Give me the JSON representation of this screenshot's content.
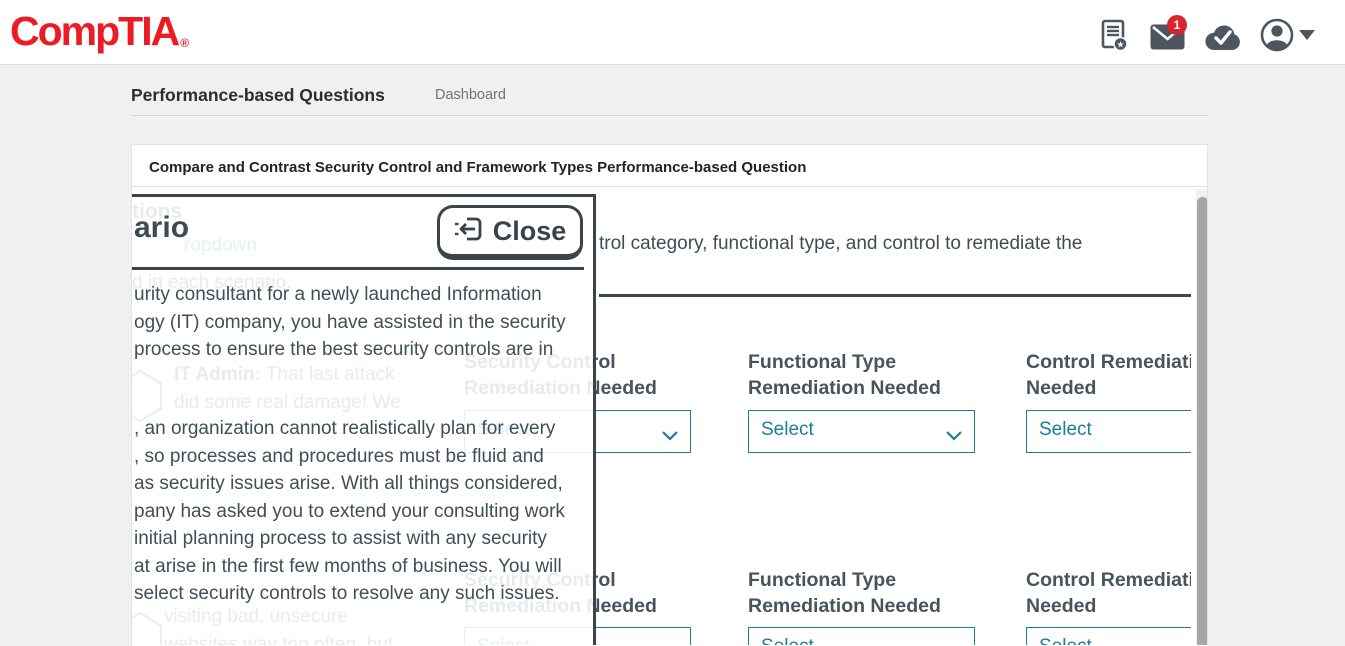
{
  "header": {
    "logo_text": "CompTIA",
    "logo_reg": "®",
    "notification_count": "1"
  },
  "breadcrumb": {
    "page_title": "Performance-based Questions",
    "dashboard_label": "Dashboard"
  },
  "card": {
    "title": "Compare and Contrast Security Control and Framework Types Performance-based Question"
  },
  "modal": {
    "heading_fragment": "ario",
    "close_label": "Close",
    "paragraph1_lines": [
      "urity consultant for a newly launched Information",
      "ogy (IT) company, you have assisted in the security",
      "process to ensure the best security controls are in"
    ],
    "paragraph2_lines": [
      ", an organization cannot realistically plan for every",
      ", so processes and procedures must be fluid and",
      "as security issues arise. With all things considered,",
      "pany has asked you to extend your consulting work",
      "initial planning process to assist with any security",
      "at arise in the first few months of business. You will",
      "select security controls to resolve any such issues."
    ]
  },
  "question_area": {
    "faint_heading_fragment": "tions",
    "faint_dropdown_word_fragment": "ropdown",
    "instruction_fragment": "trol category, functional type, and control to remediate the",
    "faint_instruction_end_fragment": "d in each scenario.",
    "chat_messages": [
      {
        "speaker": "IT Admin:",
        "line1": " That last attack",
        "line2": "did some real damage! We"
      },
      {
        "speaker": "",
        "line1": "visiting bad, unsecure",
        "line2": "websites way too often, but"
      }
    ],
    "rows": [
      {
        "columns": [
          {
            "label_line1": "Security Control",
            "label_line2": "Remediation Needed",
            "select_value": "Select"
          },
          {
            "label_line1": "Functional Type",
            "label_line2": "Remediation Needed",
            "select_value": "Select"
          },
          {
            "label_line1": "Control Remediation",
            "label_line2": "Needed",
            "select_value": "Select"
          }
        ]
      },
      {
        "columns": [
          {
            "label_line1": "Security Control",
            "label_line2": "Remediation Needed",
            "select_value": "Select"
          },
          {
            "label_line1": "Functional Type",
            "label_line2": "Remediation Needed",
            "select_value": "Select"
          },
          {
            "label_line1": "Control Remediation",
            "label_line2": "Needed",
            "select_value": "Select"
          }
        ]
      }
    ]
  },
  "colors": {
    "brand_red": "#ec1c24",
    "badge_red": "#d9252b",
    "accent_teal": "#1c7d99",
    "slate_text": "#47545e",
    "modal_border": "#3b434b"
  }
}
